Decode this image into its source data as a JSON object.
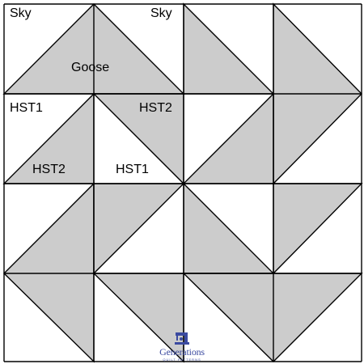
{
  "colors": {
    "dark": "#cccccc",
    "light": "#ffffff",
    "outline": "#000000",
    "watermark": "#3b4aa0"
  },
  "labels": {
    "sky_1": "Sky",
    "sky_2": "Sky",
    "goose": "Goose",
    "hst1_top": "HST1",
    "hst2_top": "HST2",
    "hst2_bottom": "HST2",
    "hst1_bottom": "HST1"
  },
  "watermark": {
    "logo_icon": "sewing-machine-icon",
    "brand": "Generations",
    "tagline": "QUILT PATTERNS"
  }
}
